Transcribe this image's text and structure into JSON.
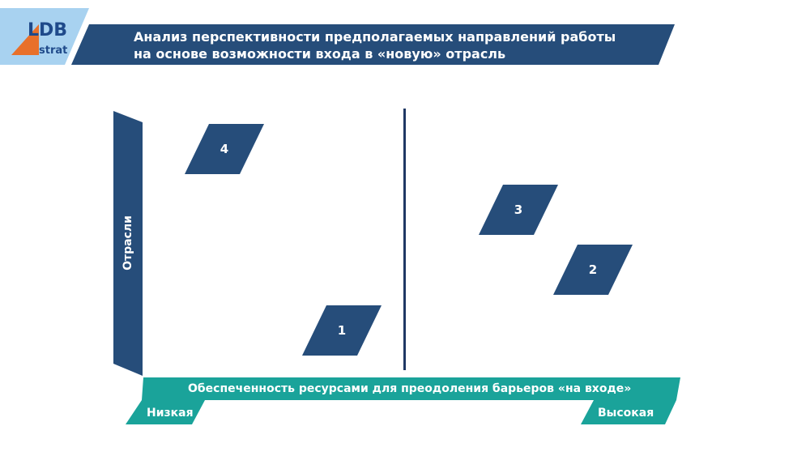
{
  "logo": {
    "text_top": "LDB",
    "text_bottom": "strat"
  },
  "header": {
    "title_line1": "Анализ перспективности предполагаемых направлений работы",
    "title_line2": "на основе возможности входа в «новую» отрасль"
  },
  "axes": {
    "y_label": "Отрасли",
    "x_label": "Обеспеченность ресурсами для  преодоления барьеров «на входе»",
    "x_low": "Низкая",
    "x_high": "Высокая"
  },
  "items": [
    {
      "label": "4"
    },
    {
      "label": "3"
    },
    {
      "label": "2"
    },
    {
      "label": "1"
    }
  ],
  "colors": {
    "navy": "#264d7a",
    "teal": "#1aa39a",
    "logo_bg": "#a8d2f0",
    "logo_orange": "#e8702a",
    "logo_blue": "#1f4a8a",
    "divider": "#1f3864"
  }
}
